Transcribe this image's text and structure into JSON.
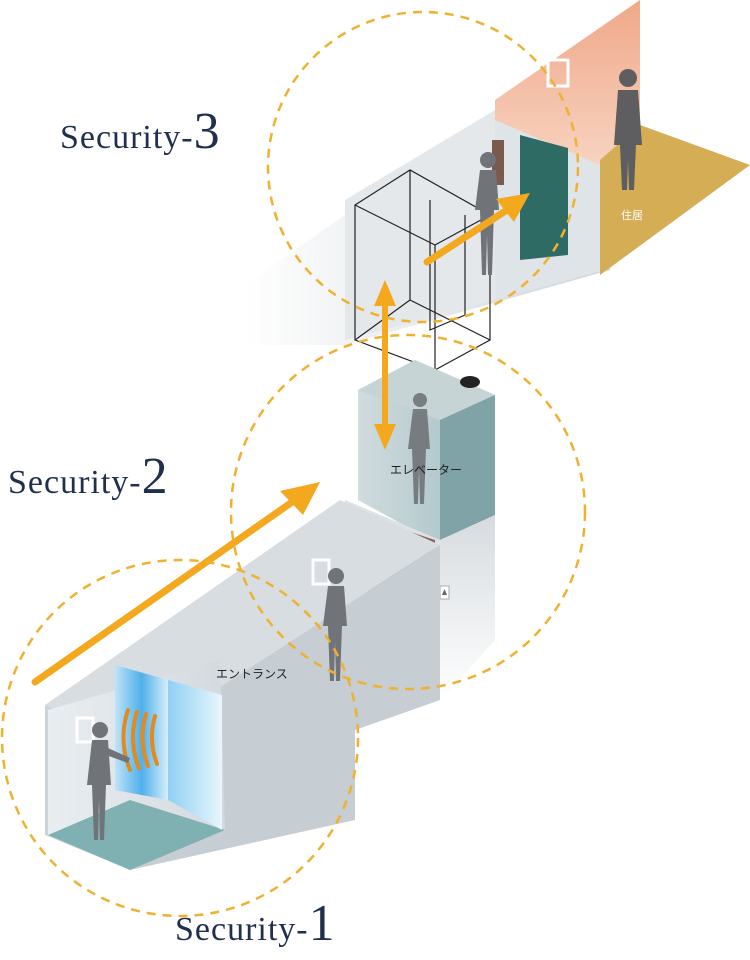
{
  "security_labels": [
    {
      "prefix": "Security-",
      "number": "3"
    },
    {
      "prefix": "Security-",
      "number": "2"
    },
    {
      "prefix": "Security-",
      "number": "1"
    }
  ],
  "places": {
    "entrance": "エントランス",
    "elevator": "エレベーター",
    "residence": "住居"
  },
  "colors": {
    "circle": "#f0b030",
    "arrow": "#f3a81e",
    "label": "#1f2f4d",
    "floor_residence": "#d4ad55",
    "wall_residence": "#f2bfa5",
    "door_residence": "#2e6b65",
    "door_elevator": "#8a6459"
  }
}
